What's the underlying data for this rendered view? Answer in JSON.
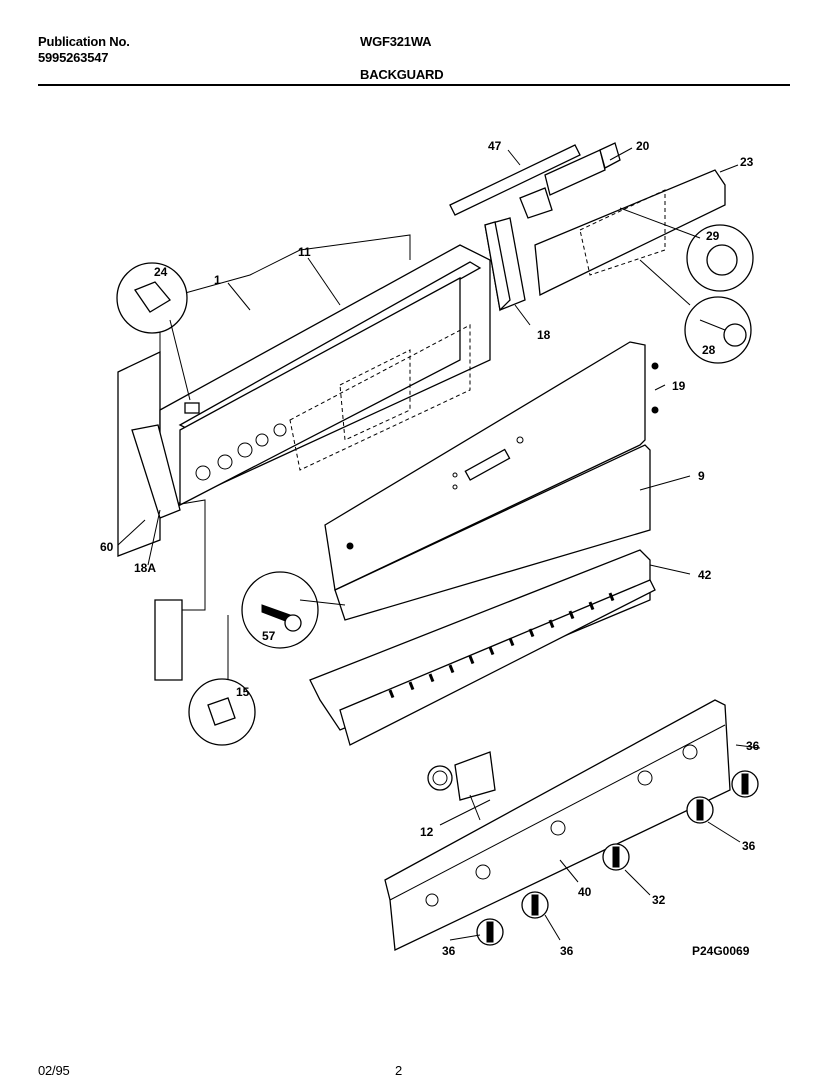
{
  "header": {
    "publication_label": "Publication No.",
    "publication_number": "5995263547",
    "model": "WGF321WA",
    "section": "BACKGUARD"
  },
  "footer": {
    "date": "02/95",
    "page": "2"
  },
  "diagram": {
    "code": "P24G0069",
    "callouts": {
      "c1": "1",
      "c11": "11",
      "c47": "47",
      "c20": "20",
      "c23": "23",
      "c24": "24",
      "c29": "29",
      "c18": "18",
      "c28": "28",
      "c19": "19",
      "c9": "9",
      "c60": "60",
      "c18a": "18A",
      "c42": "42",
      "c57": "57",
      "c15": "15",
      "c36a": "36",
      "c36b": "36",
      "c12": "12",
      "c40": "40",
      "c32": "32",
      "c36c": "36",
      "c36d": "36"
    }
  }
}
